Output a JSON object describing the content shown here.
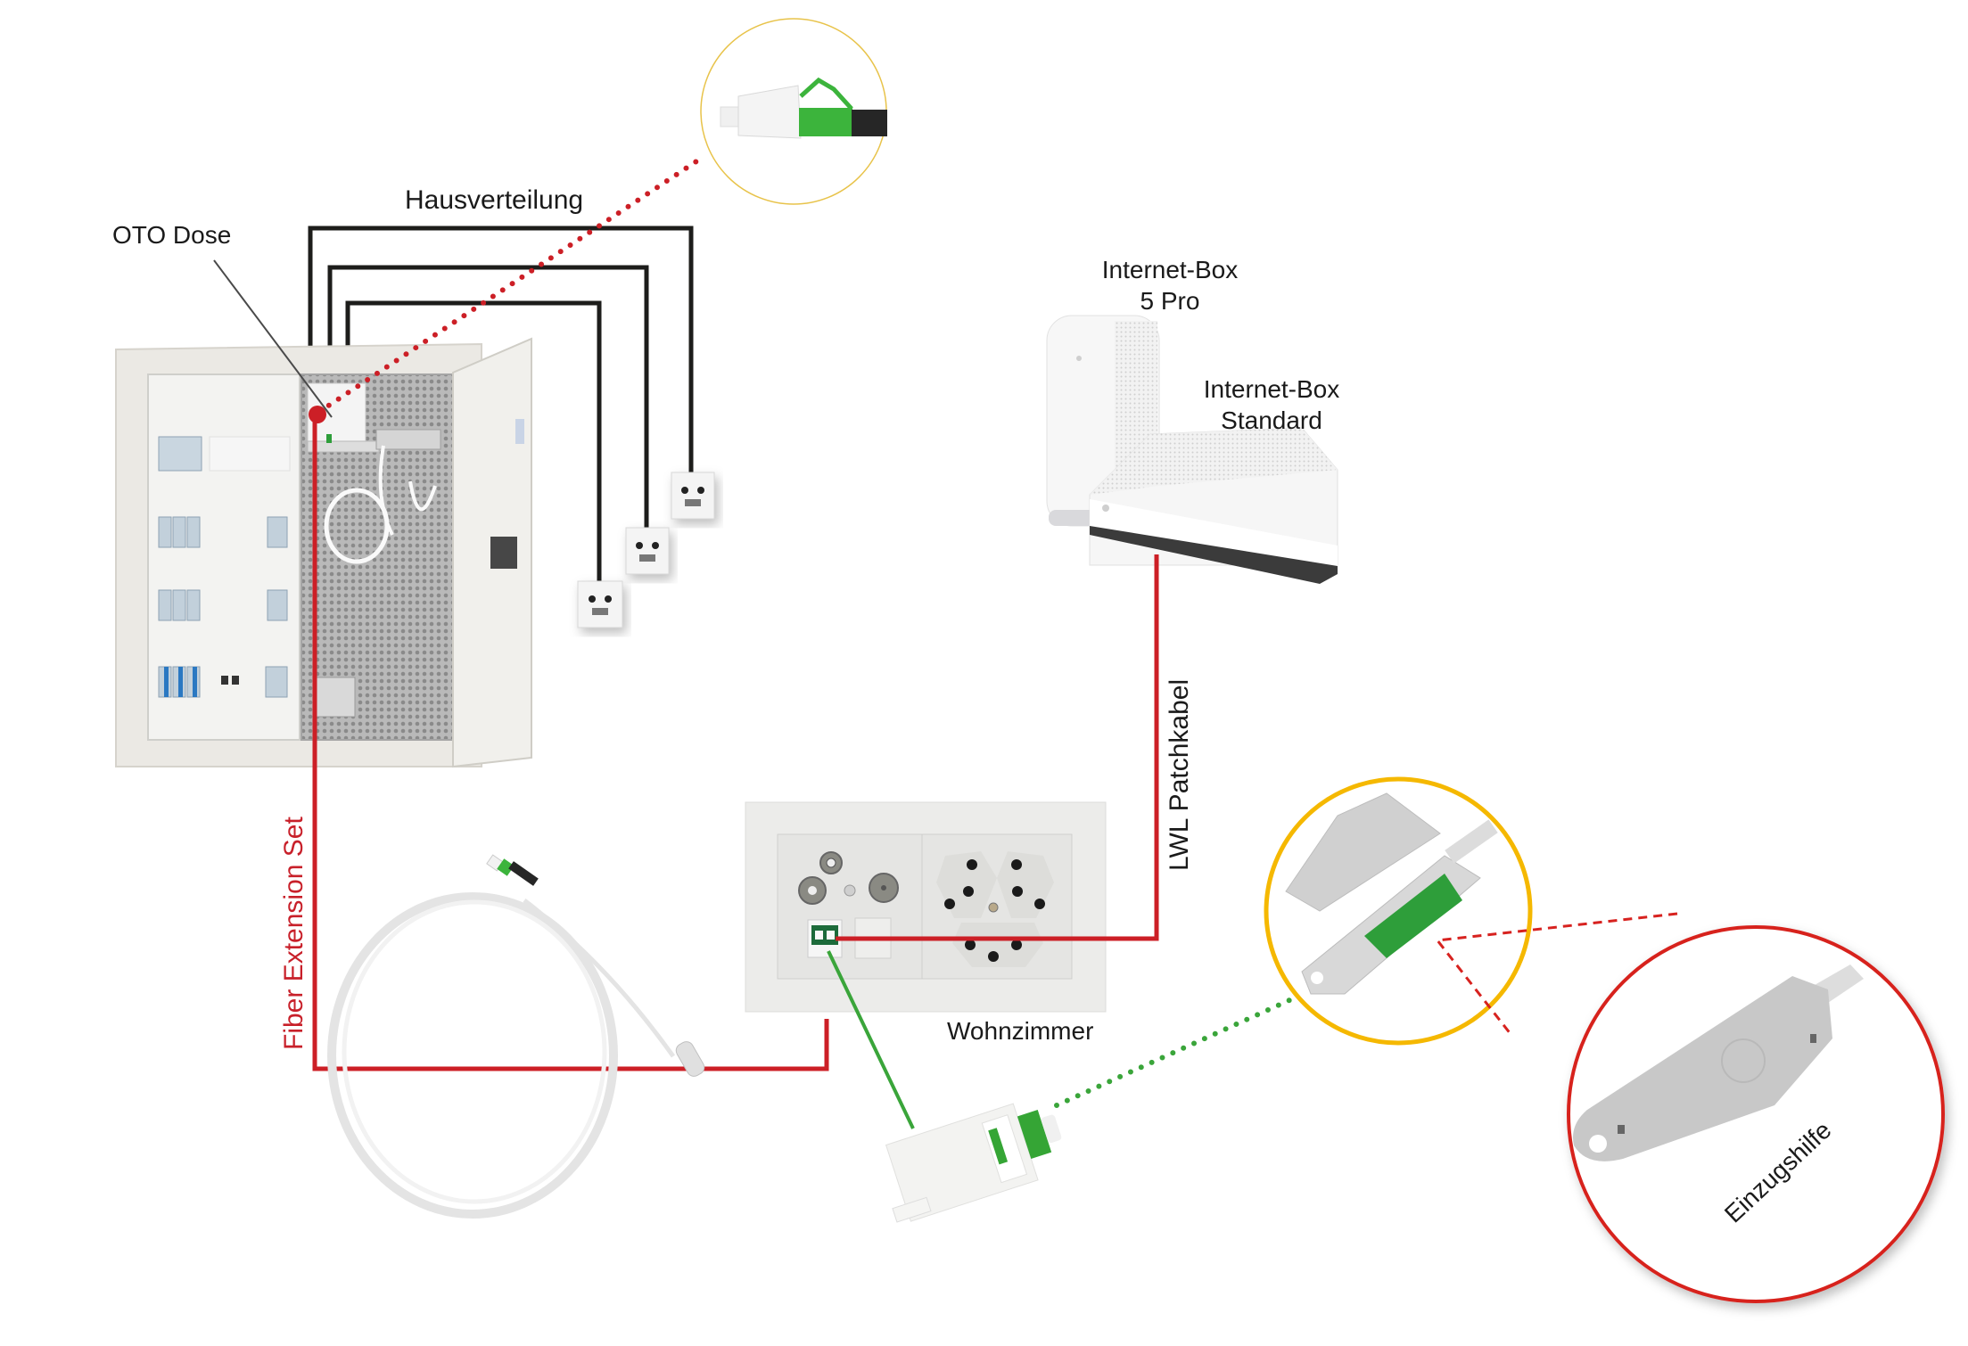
{
  "labels": {
    "house_distribution": "Hausverteilung",
    "oto_socket": "OTO Dose",
    "router_pro_line1": "Internet-Box",
    "router_pro_line2": "5 Pro",
    "router_std_line1": "Internet-Box",
    "router_std_line2": "Standard",
    "patch_cable": "LWL Patchkabel",
    "fiber_extension_set": "Fiber Extension Set",
    "living_room": "Wohnzimmer",
    "pulling_aid": "Einzugshilfe"
  },
  "colors": {
    "fiber_red": "#cc1f26",
    "house_wiring": "#1d1d1b",
    "fiber_green": "#3aa53a",
    "connector_green": "#2e9e3a",
    "highlight_yellow": "#f5b800",
    "callout_red": "#d7221f",
    "thin_yellow": "#e8c34a"
  },
  "components": [
    "distribution-cabinet",
    "oto-socket",
    "wall-outlets-multimedia",
    "internet-box-5-pro",
    "internet-box-standard",
    "wall-plate-living-room",
    "fiber-extension-cable-coil",
    "fiber-keystone-module",
    "splice-housing",
    "pulling-aid",
    "lc-apc-connector"
  ]
}
